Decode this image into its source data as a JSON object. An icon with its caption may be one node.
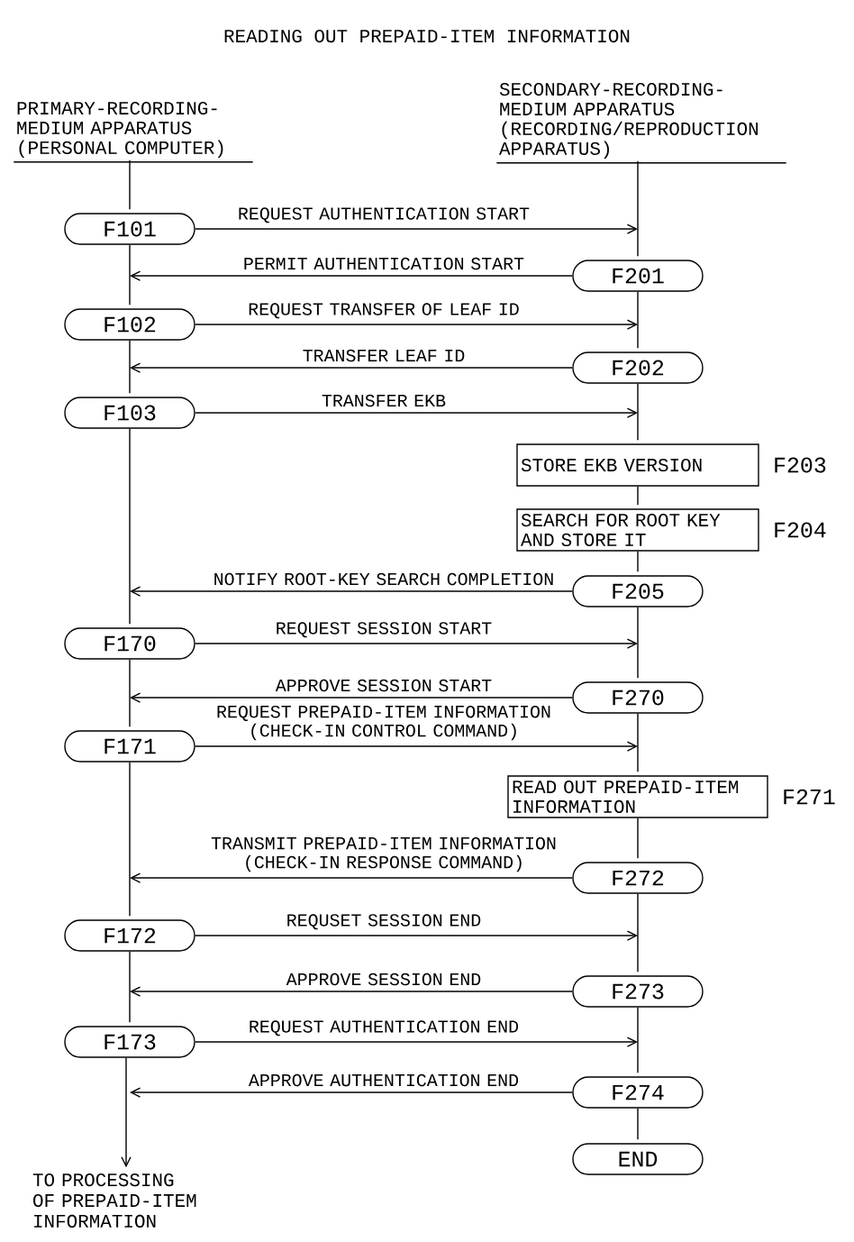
{
  "diagram": {
    "title": "READING OUT PREPAID-ITEM INFORMATION",
    "nodes": [
      {
        "text": [
          "PRIMARY-RECORDING-MEDIUM APPARATUS (PERSONAL COMPUTER)"
        ]
      },
      {
        "text": [
          "SECONDARY-RECORDING-MEDIUM APPARATUS (RECORDING/REPRODUCTION APPARATUS)"
        ]
      },
      {
        "text": [
          "F101"
        ]
      },
      {
        "text": [
          "F201"
        ]
      },
      {
        "text": [
          "F102"
        ]
      },
      {
        "text": [
          "F202"
        ]
      },
      {
        "text": [
          "F103"
        ]
      },
      {
        "text": [
          "STORE EKB VERSION"
        ],
        "beside": [
          "F203"
        ]
      },
      {
        "text": [
          "SEARCH FOR ROOT KEY AND STORE IT"
        ],
        "beside": [
          "F204"
        ]
      },
      {
        "text": [
          "F205"
        ]
      },
      {
        "text": [
          "F170"
        ]
      },
      {
        "text": [
          "F270"
        ]
      },
      {
        "text": [
          "F171"
        ]
      },
      {
        "text": [
          "READ OUT PREPAID-ITEM INFORMATION"
        ],
        "beside": [
          "F271"
        ]
      },
      {
        "text": [
          "F272"
        ]
      },
      {
        "text": [
          "F172"
        ]
      },
      {
        "text": [
          "F273"
        ]
      },
      {
        "text": [
          "F173"
        ]
      },
      {
        "text": [
          "F274"
        ]
      },
      {
        "text": [
          "END"
        ]
      },
      {
        "text": [
          "TO PROCESSING OF PREPAID-ITEM INFORMATION"
        ]
      }
    ],
    "edges": [
      {
        "from": 2,
        "to": null,
        "arrow": "to",
        "label": "REQUEST AUTHENTICATION START"
      },
      {
        "from": 3,
        "to": null,
        "arrow": "to",
        "label": "PERMIT AUTHENTICATION START"
      },
      {
        "from": 4,
        "to": null,
        "arrow": "to",
        "label": "REQUEST TRANSFER OF LEAF ID"
      },
      {
        "from": 5,
        "to": null,
        "arrow": "to",
        "label": "TRANSFER LEAF ID"
      },
      {
        "from": 6,
        "to": null,
        "arrow": "to",
        "label": "TRANSFER EKB"
      },
      {
        "from": 9,
        "to": null,
        "arrow": "to",
        "label": "NOTIFY ROOT-KEY SEARCH COMPLETION"
      },
      {
        "from": 10,
        "to": null,
        "arrow": "to",
        "label": "REQUEST SESSION START"
      },
      {
        "from": 11,
        "to": null,
        "arrow": "to",
        "label": "APPROVE SESSION START"
      },
      {
        "from": 12,
        "to": null,
        "arrow": "to",
        "label": "REQUEST PREPAID-ITEM INFORMATION (CHECK-IN CONTROL COMMAND)"
      },
      {
        "from": 14,
        "to": null,
        "arrow": "to",
        "label": "TRANSMIT PREPAID-ITEM INFORMATION (CHECK-IN RESPONSE COMMAND)"
      },
      {
        "from": 15,
        "to": null,
        "arrow": "to",
        "label": "REQUSET SESSION END"
      },
      {
        "from": 16,
        "to": null,
        "arrow": "to",
        "label": "APPROVE SESSION END"
      },
      {
        "from": 17,
        "to": null,
        "arrow": "to",
        "label": "REQUEST AUTHENTICATION END"
      },
      {
        "from": 18,
        "to": null,
        "arrow": "to",
        "label": "APPROVE AUTHENTICATION END"
      },
      {
        "from": 0,
        "to": 2,
        "arrow": "none"
      },
      {
        "from": 2,
        "to": 4,
        "arrow": "none"
      },
      {
        "from": 4,
        "to": 6,
        "arrow": "none"
      },
      {
        "from": 6,
        "to": 10,
        "arrow": "none"
      },
      {
        "from": 10,
        "to": 12,
        "arrow": "none"
      },
      {
        "from": 12,
        "to": 15,
        "arrow": "none"
      },
      {
        "from": 15,
        "to": 17,
        "arrow": "none"
      },
      {
        "from": 17,
        "to": 20,
        "arrow": "to"
      },
      {
        "from": 1,
        "to": 3,
        "arrow": "none"
      },
      {
        "from": 3,
        "to": 5,
        "arrow": "none"
      },
      {
        "from": 5,
        "to": 7,
        "arrow": "none"
      },
      {
        "from": 7,
        "to": 8,
        "arrow": "none"
      },
      {
        "from": 8,
        "to": 9,
        "arrow": "none"
      },
      {
        "from": 9,
        "to": 11,
        "arrow": "none"
      },
      {
        "from": 11,
        "to": 13,
        "arrow": "none"
      },
      {
        "from": 13,
        "to": 14,
        "arrow": "none"
      },
      {
        "from": 14,
        "to": 16,
        "arrow": "none"
      },
      {
        "from": 16,
        "to": 18,
        "arrow": "none"
      },
      {
        "from": 18,
        "to": 19,
        "arrow": "none"
      }
    ]
  }
}
